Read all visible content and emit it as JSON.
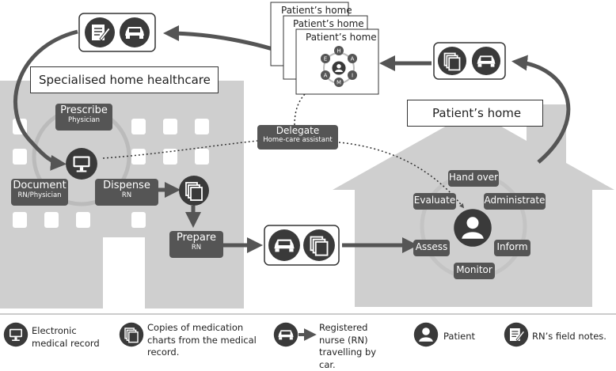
{
  "titles": {
    "hospital": "Specialised home healthcare",
    "home": "Patient’s home"
  },
  "stack": {
    "back": "Patient’s home",
    "middle": "Patient’s home",
    "front": "Patient’s home",
    "letters": [
      "H",
      "A",
      "I",
      "M",
      "A",
      "E"
    ]
  },
  "nodes": {
    "prescribe": {
      "title": "Prescribe",
      "sub": "Physician"
    },
    "document": {
      "title": "Document",
      "sub": "RN/Physician"
    },
    "dispense": {
      "title": "Dispense",
      "sub": "RN"
    },
    "prepare": {
      "title": "Prepare",
      "sub": "RN"
    },
    "delegate": {
      "title": "Delegate",
      "sub": "Home-care assistant"
    }
  },
  "cycle": {
    "hand_over": "Hand over",
    "administrate": "Administrate",
    "inform": "Inform",
    "monitor": "Monitor",
    "assess": "Assess",
    "evaluate": "Evaluate"
  },
  "legend": {
    "emr": "Electronic medical record",
    "copies": "Copies of medication charts from the medical record.",
    "nurse": "Registered nurse (RN) travelling by car.",
    "patient": "Patient",
    "notes": "RN’s field notes."
  },
  "icons": [
    "monitor-icon",
    "chart-copies-icon",
    "car-icon",
    "patient-icon",
    "field-notes-icon"
  ],
  "colors": {
    "building": "#cfcfcf",
    "label": "#555555",
    "arrow": "#555555",
    "dark": "#3a3a3a"
  }
}
